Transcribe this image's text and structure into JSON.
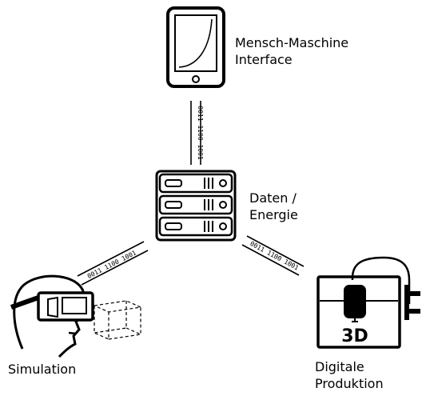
{
  "nodes": {
    "hmi": {
      "line1": "Mensch-Maschine",
      "line2": "Interface"
    },
    "data": {
      "line1": "Daten /",
      "line2": "Energie"
    },
    "simulation": {
      "line1": "Simulation"
    },
    "production": {
      "line1": "Digitale",
      "line2": "Produktion",
      "printer_mark": "3D"
    }
  },
  "links": {
    "hmi_data": "0011 1100 1001",
    "data_sim": "0011 1100 1001",
    "data_prod": "0011 1100 1001"
  }
}
